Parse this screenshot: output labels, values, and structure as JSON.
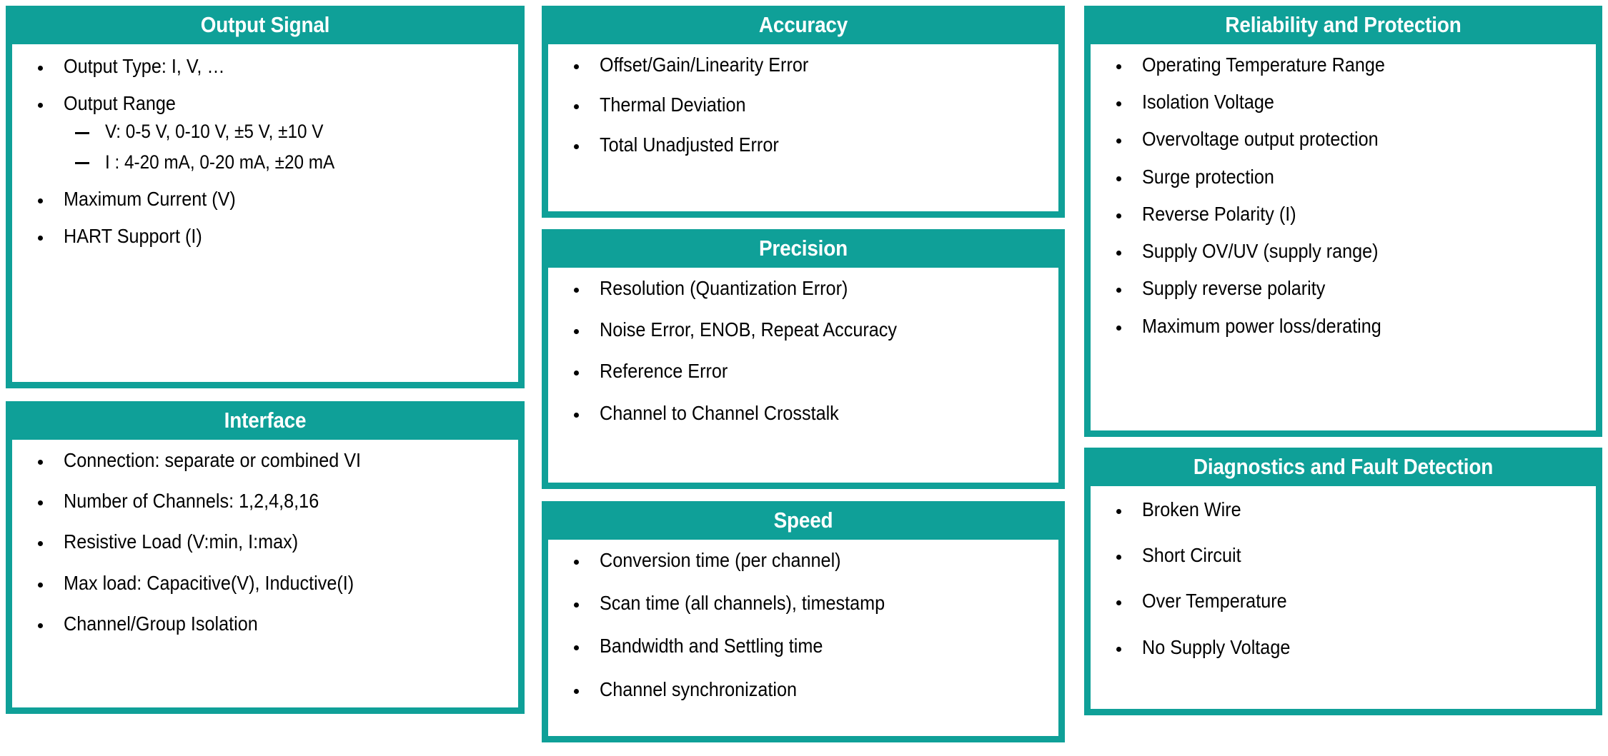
{
  "theme": {
    "accent_teal": "#0fa098",
    "card_body_bg": "#ffffff",
    "header_text": "#ffffff",
    "body_text": "#000000",
    "page_bg": "#ffffff"
  },
  "columns": [
    {
      "id": "column-left",
      "cards": [
        {
          "id": "output-signal",
          "title": "Output Signal",
          "bullets": [
            {
              "text": "Output Type: I, V, …"
            },
            {
              "text": "Output Range",
              "subs": [
                "V: 0-5 V, 0-10 V, ±5 V, ±10 V",
                "I : 4-20 mA, 0-20 mA, ±20 mA"
              ]
            },
            {
              "text": "Maximum Current (V)"
            },
            {
              "text": "HART Support (I)"
            }
          ]
        },
        {
          "id": "interface",
          "title": "Interface",
          "bullets": [
            {
              "text": "Connection: separate or combined VI"
            },
            {
              "text": "Number of Channels: 1,2,4,8,16"
            },
            {
              "text": "Resistive Load (V:min, I:max)"
            },
            {
              "text": "Max load: Capacitive(V),  Inductive(I)"
            },
            {
              "text": "Channel/Group Isolation"
            }
          ]
        }
      ]
    },
    {
      "id": "column-middle",
      "cards": [
        {
          "id": "accuracy",
          "title": "Accuracy",
          "bullets": [
            {
              "text": "Offset/Gain/Linearity Error"
            },
            {
              "text": "Thermal Deviation"
            },
            {
              "text": "Total Unadjusted Error"
            }
          ]
        },
        {
          "id": "precision",
          "title": "Precision",
          "bullets": [
            {
              "text": "Resolution (Quantization Error)"
            },
            {
              "text": "Noise Error, ENOB, Repeat Accuracy"
            },
            {
              "text": "Reference Error"
            },
            {
              "text": "Channel to Channel Crosstalk"
            }
          ]
        },
        {
          "id": "speed",
          "title": "Speed",
          "bullets": [
            {
              "text": "Conversion time (per channel)"
            },
            {
              "text": "Scan time (all channels), timestamp"
            },
            {
              "text": "Bandwidth and Settling time"
            },
            {
              "text": "Channel  synchronization"
            }
          ]
        }
      ]
    },
    {
      "id": "column-right",
      "cards": [
        {
          "id": "reliability",
          "title": "Reliability and Protection",
          "bullets": [
            {
              "text": "Operating Temperature Range"
            },
            {
              "text": "Isolation  Voltage"
            },
            {
              "text": "Overvoltage output protection"
            },
            {
              "text": "Surge protection"
            },
            {
              "text": "Reverse Polarity (I)"
            },
            {
              "text": "Supply OV/UV (supply range)"
            },
            {
              "text": "Supply reverse polarity"
            },
            {
              "text": "Maximum power loss/derating"
            }
          ]
        },
        {
          "id": "diagnostics",
          "title": "Diagnostics and Fault Detection",
          "bullets": [
            {
              "text": "Broken Wire"
            },
            {
              "text": "Short Circuit"
            },
            {
              "text": "Over Temperature"
            },
            {
              "text": "No Supply Voltage"
            }
          ]
        }
      ]
    }
  ]
}
